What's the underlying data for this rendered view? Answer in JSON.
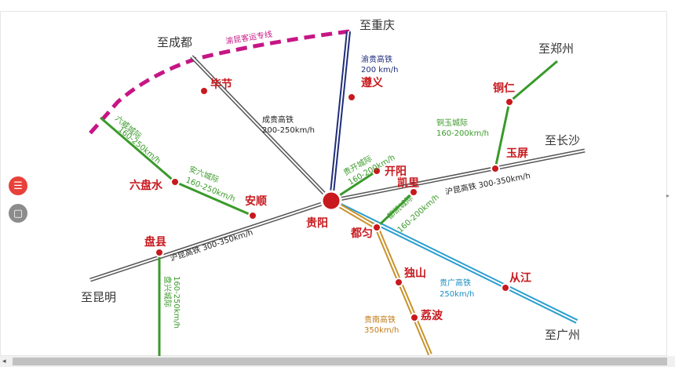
{
  "map": {
    "title": "",
    "hub": {
      "name": "贵阳"
    },
    "cities": {
      "bijie": "毕节",
      "zunyi": "遵义",
      "tongren": "铜仁",
      "yuping": "玉屏",
      "kaiyang": "开阳",
      "kaili": "凯里",
      "liupanshui": "六盘水",
      "anshun": "安顺",
      "duyun": "都匀",
      "panxian": "盘县",
      "dushan": "独山",
      "libo": "荔波",
      "congjiang": "从江"
    },
    "destinations": {
      "chengdu": "至成都",
      "chongqing": "至重庆",
      "zhengzhou": "至郑州",
      "changsha": "至长沙",
      "kunming": "至昆明",
      "guangzhou": "至广州"
    },
    "lines": {
      "yumin": "渝昆客运专线",
      "yugui_name": "渝贵高铁",
      "yugui_speed": "200 km/h",
      "chenggui_name": "成贵高铁",
      "chenggui_speed": "200-250km/h",
      "tongyu_name": "铜玉城际",
      "tongyu_speed": "160-200km/h",
      "guikai": "贵开城际",
      "guikai_speed": "160-200km/h",
      "liuxia": "六威城际",
      "liuxia_speed": "160-250km/h",
      "anliu": "安六城际",
      "anliu_speed": "160-250km/h",
      "hukun_east": "沪昆高铁 300-350km/h",
      "hukun_west": "沪昆高铁 300-350km/h",
      "duka": "都凯城际",
      "duka_speed": "160-200km/h",
      "guiguang_name": "贵广高铁",
      "guiguang_speed": "250km/h",
      "guinan_name": "贵南高铁",
      "guinan_speed": "350km/h",
      "panxing": "盘兴城际",
      "panxing_speed": "160-250km/h"
    },
    "colors": {
      "city_red": "#c8191e",
      "dest_text": "#333333",
      "yumin": "#c71585",
      "yugui": "#1f2d7a",
      "chenggui": "#555555",
      "hukun": "#555555",
      "intercity": "#3a9a2a",
      "guiguang": "#2b9ed0",
      "guinan": "#c9922c",
      "blue_text": "#1f2d7a",
      "cyan_text": "#1a8fc0",
      "orange_text": "#c07b18"
    }
  },
  "viewer": {
    "side_buttons": [
      "menu-icon",
      "panel-icon"
    ]
  }
}
